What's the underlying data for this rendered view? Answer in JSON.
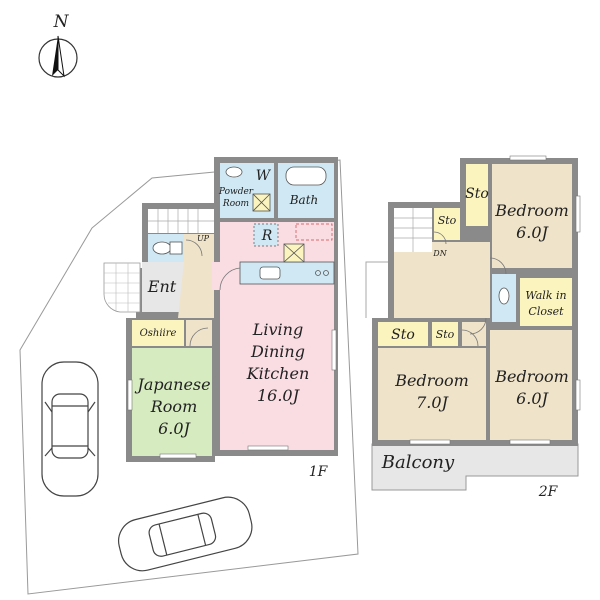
{
  "compass": {
    "label": "N"
  },
  "floor1": {
    "label": "1F",
    "rooms": {
      "wc_w": "W",
      "powder": [
        "Powder",
        "Room"
      ],
      "bath": "Bath",
      "fridge": "R",
      "entrance": "Ent",
      "up": "UP",
      "oshiire": "Oshiire",
      "japanese": [
        "Japanese",
        "Room",
        "6.0J"
      ],
      "ldk": [
        "Living",
        "Dining",
        "Kitchen",
        "16.0J"
      ]
    }
  },
  "floor2": {
    "label": "2F",
    "rooms": {
      "sto_top": "Sto",
      "sto_stair": "Sto",
      "dn": "DN",
      "sto_left": "Sto",
      "sto_small": "Sto",
      "bed_ne": [
        "Bedroom",
        "6.0J"
      ],
      "bed_w": [
        "Bedroom",
        "7.0J"
      ],
      "bed_se": [
        "Bedroom",
        "6.0J"
      ],
      "walkin": [
        "Walk in",
        "Closet"
      ],
      "balcony": "Balcony"
    }
  },
  "colors": {
    "wall": "#8a8a8a",
    "floor_beige": "#efe3c9",
    "ldk_pink": "#f9dde3",
    "japanese_green": "#d6ecc0",
    "water_blue": "#cfe8f3",
    "storage_yellow": "#fbf4bf",
    "hall_gray": "#e7e7e7"
  }
}
